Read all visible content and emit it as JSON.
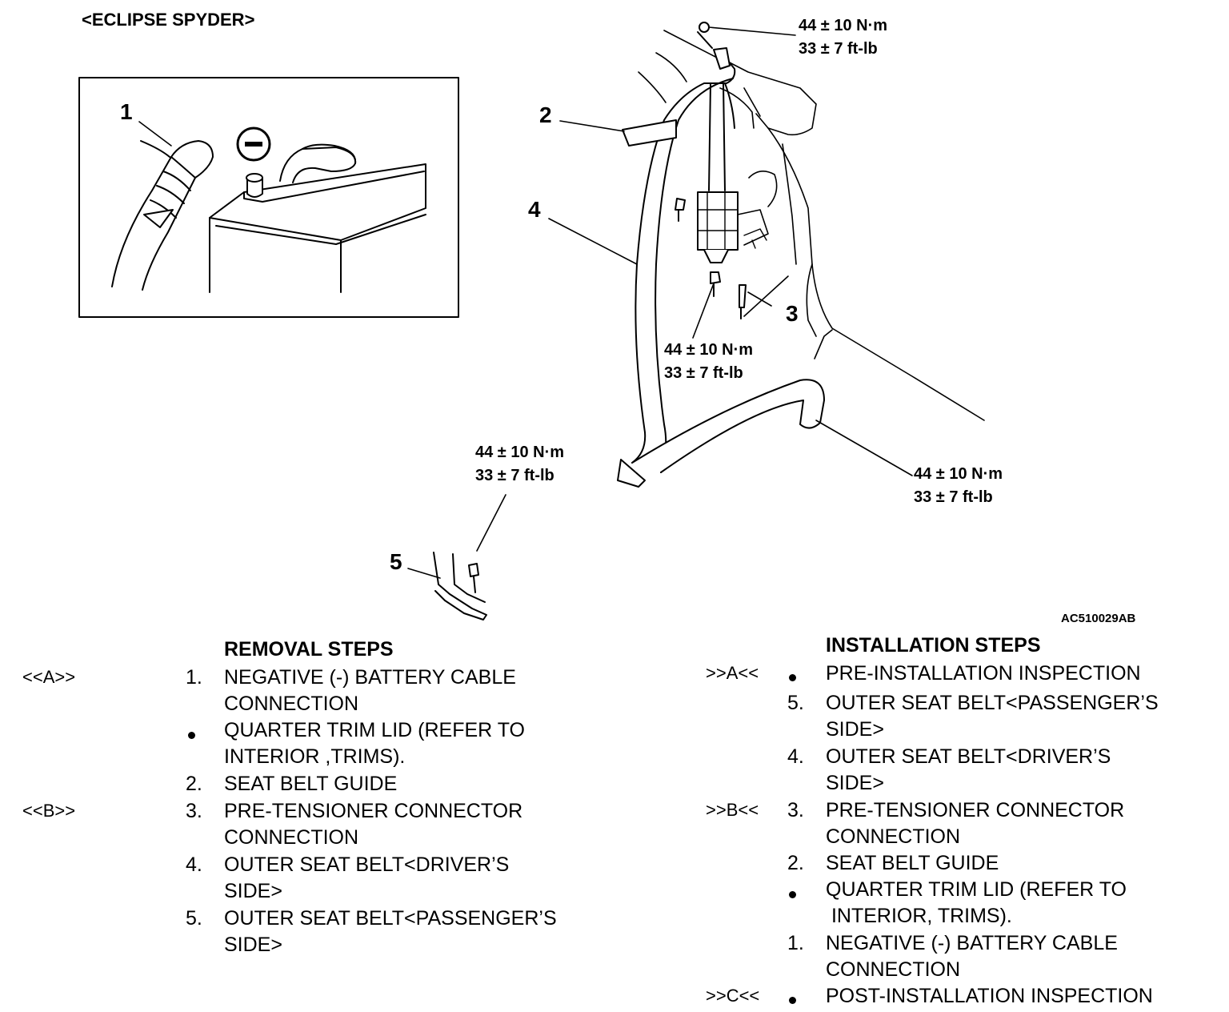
{
  "header": {
    "model": "<ECLIPSE SPYDER>"
  },
  "figure": {
    "code": "AC510029AB",
    "callouts": [
      "1",
      "2",
      "3",
      "4",
      "5"
    ],
    "torque": {
      "top": {
        "nm": "44 ± 10 N·m",
        "ftlb": "33 ± 7 ft-lb"
      },
      "center": {
        "nm": "44 ± 10 N·m",
        "ftlb": "33 ± 7 ft-lb"
      },
      "lower_left": {
        "nm": "44 ± 10 N·m",
        "ftlb": "33 ± 7 ft-lb"
      },
      "lower_right": {
        "nm": "44 ± 10 N·m",
        "ftlb": "33 ± 7 ft-lb"
      }
    },
    "inset_symbol": "negative-terminal-icon"
  },
  "removal": {
    "title": "REMOVAL STEPS",
    "steps": [
      {
        "ref": "<<A>>",
        "num": "1.",
        "line1": "NEGATIVE (-) BATTERY CABLE",
        "line2": "CONNECTION"
      },
      {
        "ref": "",
        "num": "•",
        "line1": "QUARTER TRIM LID (REFER TO",
        "line2": "INTERIOR ,TRIMS)."
      },
      {
        "ref": "",
        "num": "2.",
        "line1": "SEAT BELT GUIDE",
        "line2": ""
      },
      {
        "ref": "<<B>>",
        "num": "3.",
        "line1": "PRE-TENSIONER CONNECTOR",
        "line2": "CONNECTION"
      },
      {
        "ref": "",
        "num": "4.",
        "line1": "OUTER SEAT BELT<DRIVER’S",
        "line2": "SIDE>"
      },
      {
        "ref": "",
        "num": "5.",
        "line1": "OUTER SEAT BELT<PASSENGER’S",
        "line2": "SIDE>"
      }
    ]
  },
  "installation": {
    "title": "INSTALLATION STEPS",
    "steps": [
      {
        "ref": ">>A<<",
        "num": "•",
        "line1": "PRE-INSTALLATION INSPECTION",
        "line2": ""
      },
      {
        "ref": "",
        "num": "5.",
        "line1": "OUTER SEAT BELT<PASSENGER’S",
        "line2": "SIDE>"
      },
      {
        "ref": "",
        "num": "4.",
        "line1": "OUTER SEAT BELT<DRIVER’S",
        "line2": "SIDE>"
      },
      {
        "ref": ">>B<<",
        "num": "3.",
        "line1": "PRE-TENSIONER CONNECTOR",
        "line2": "CONNECTION"
      },
      {
        "ref": "",
        "num": "2.",
        "line1": "SEAT BELT GUIDE",
        "line2": ""
      },
      {
        "ref": "",
        "num": "•",
        "line1": "QUARTER TRIM LID (REFER TO",
        "line2": " INTERIOR, TRIMS)."
      },
      {
        "ref": "",
        "num": "1.",
        "line1": "NEGATIVE (-) BATTERY CABLE",
        "line2": "CONNECTION"
      },
      {
        "ref": ">>C<<",
        "num": "•",
        "line1": "POST-INSTALLATION INSPECTION",
        "line2": ""
      }
    ]
  }
}
